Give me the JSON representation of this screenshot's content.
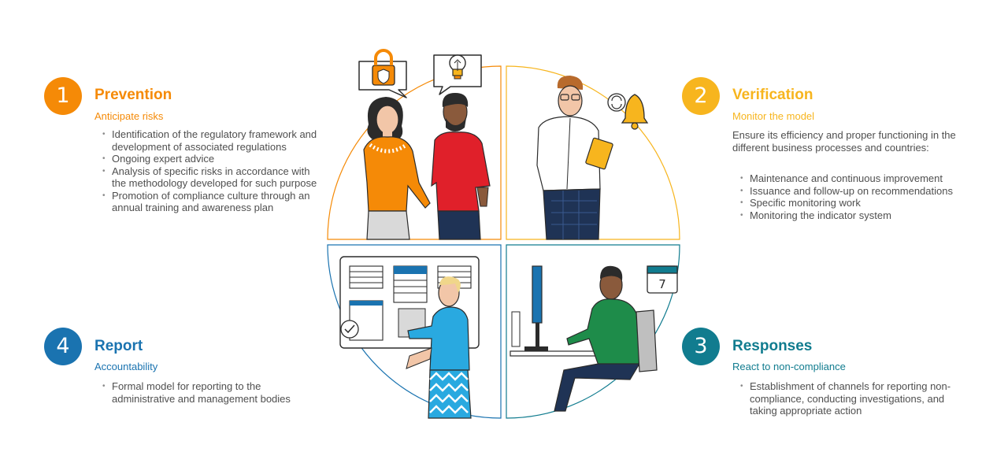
{
  "colors": {
    "prevention": "#f58a07",
    "verification": "#f7b51e",
    "responses": "#117c8f",
    "report": "#1a73b0",
    "text": "#4f4f4f"
  },
  "sections": {
    "prevention": {
      "number": "1",
      "title": "Prevention",
      "subtitle": "Anticipate risks",
      "bullets": [
        "Identification of the regulatory framework and development of associated regulations",
        "Ongoing expert advice",
        "Analysis of specific risks in accordance with the methodology developed for such purpose",
        "Promotion of compliance culture through an annual training and awareness plan"
      ]
    },
    "verification": {
      "number": "2",
      "title": "Verification",
      "subtitle": "Monitor the model",
      "intro": "Ensure its efficiency and proper functioning in the different business processes and countries:",
      "bullets": [
        "Maintenance and continuous improvement",
        "Issuance and follow-up on recommendations",
        "Specific monitoring work",
        "Monitoring the indicator system"
      ]
    },
    "responses": {
      "number": "3",
      "title": "Responses",
      "subtitle": "React to non-compliance",
      "bullets": [
        "Establishment of channels for reporting non-compliance, conducting investigations, and taking appropriate action"
      ]
    },
    "report": {
      "number": "4",
      "title": "Report",
      "subtitle": "Accountability",
      "bullets": [
        "Formal model for reporting to the administrative and management bodies"
      ]
    }
  },
  "illustration": {
    "calendar_day": "7",
    "icons": [
      "lock-shield-icon",
      "lightbulb-icon",
      "bell-refresh-icon",
      "calendar-icon",
      "checkmark-icon"
    ]
  }
}
